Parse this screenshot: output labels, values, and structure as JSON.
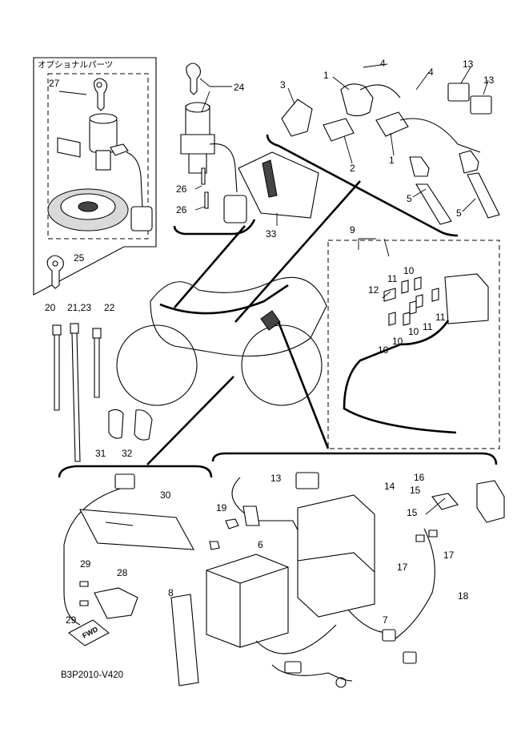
{
  "optional_parts_label": "オプショナルパーツ",
  "diagram_code": "B3P2010-V420",
  "fwd_label": "FWD",
  "callouts": {
    "c1a": "1",
    "c1b": "1",
    "c2": "2",
    "c3": "3",
    "c4a": "4",
    "c4b": "4",
    "c5a": "5",
    "c5b": "5",
    "c6": "6",
    "c7": "7",
    "c8": "8",
    "c9": "9",
    "c10a": "10",
    "c10b": "10",
    "c10c": "10",
    "c10d": "10",
    "c11a": "11",
    "c11b": "11",
    "c11c": "11",
    "c12": "12",
    "c13a": "13",
    "c13b": "13",
    "c13c": "13",
    "c14": "14",
    "c15a": "15",
    "c15b": "15",
    "c16": "16",
    "c17a": "17",
    "c17b": "17",
    "c18": "18",
    "c19": "19",
    "c20": "20",
    "c2123": "21,23",
    "c22": "22",
    "c24": "24",
    "c25": "25",
    "c26a": "26",
    "c26b": "26",
    "c27": "27",
    "c28": "28",
    "c29a": "29",
    "c29b": "29",
    "c30": "30",
    "c31": "31",
    "c32": "32",
    "c33": "33"
  }
}
